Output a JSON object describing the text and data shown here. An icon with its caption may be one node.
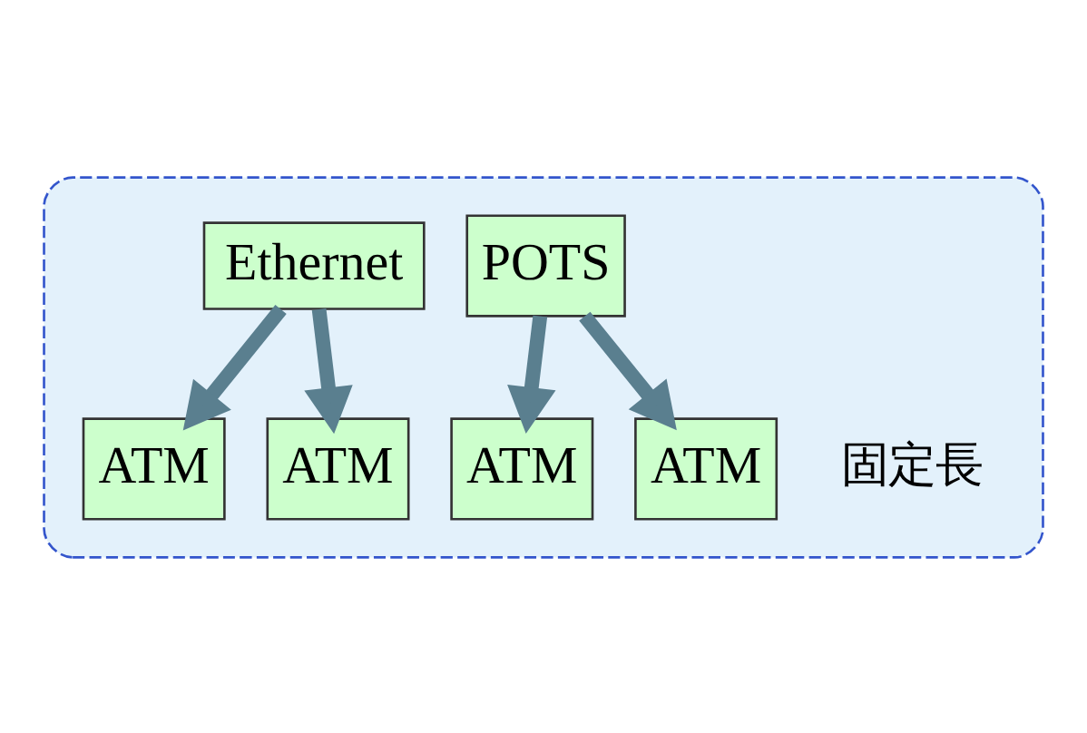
{
  "diagram": {
    "nodes": [
      {
        "text": [],
        "shape": "box"
      },
      {
        "text": [
          "Ethernet"
        ],
        "in": 0
      },
      {
        "text": [
          "POTS"
        ],
        "in": 0
      },
      {
        "text": [
          "ATM"
        ],
        "in": 0
      },
      {
        "text": [
          "ATM"
        ],
        "in": 0
      },
      {
        "text": [
          "ATM"
        ],
        "in": 0
      },
      {
        "text": [
          "ATM"
        ],
        "in": 0
      }
    ],
    "edges": [
      {
        "from": 1,
        "to": 3,
        "arrow": "to"
      },
      {
        "from": 1,
        "to": 4,
        "arrow": "to"
      },
      {
        "from": 2,
        "to": 5,
        "arrow": "to"
      },
      {
        "from": 2,
        "to": 6,
        "arrow": "to"
      }
    ],
    "labels": [
      "固定長"
    ]
  }
}
